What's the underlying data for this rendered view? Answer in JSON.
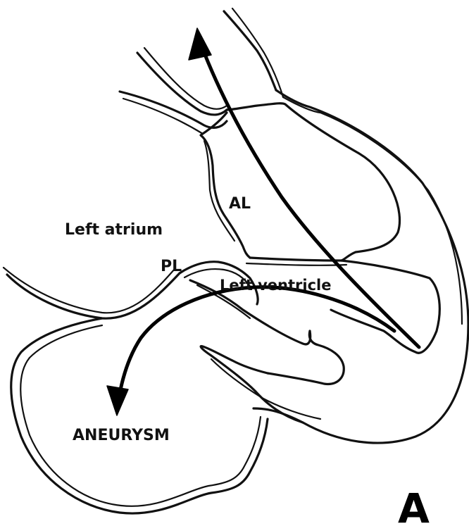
{
  "labels": {
    "anterior_leaflet": "AL",
    "left_atrium": "Left atrium",
    "posterior_leaflet": "PL",
    "left_ventricle": "Left ventricle",
    "aneurysm": "ANEURYSM",
    "panel": "A"
  }
}
